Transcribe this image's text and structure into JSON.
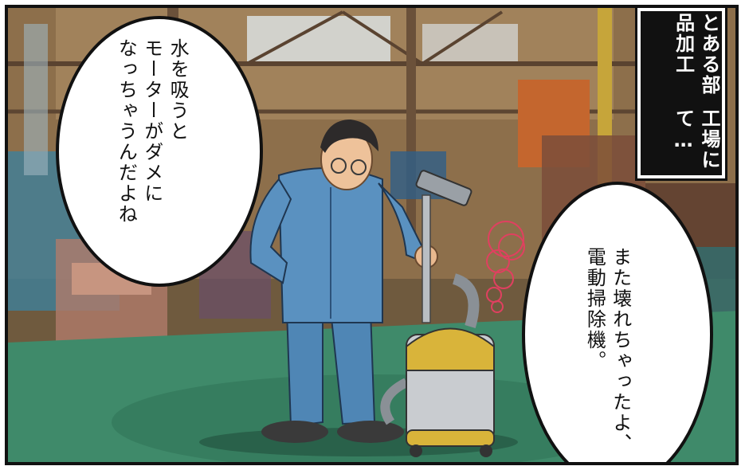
{
  "panel": {
    "caption_lines": [
      "とある部品加工",
      "工場にて…"
    ],
    "bubble_left_lines": [
      "水を吸うと",
      "モーターがダメに",
      "なっちゃうんだよね"
    ],
    "bubble_right_lines": [
      "また壊れちゃったよ、",
      "電動掃除機。"
    ]
  },
  "colors": {
    "floor": "#3f8a6a",
    "wall": "#8a6a45",
    "coverall": "#4f86b5",
    "vacuum_body": "#c9ccd0",
    "vacuum_lid": "#d9b43a",
    "smoke": "#e04060"
  }
}
